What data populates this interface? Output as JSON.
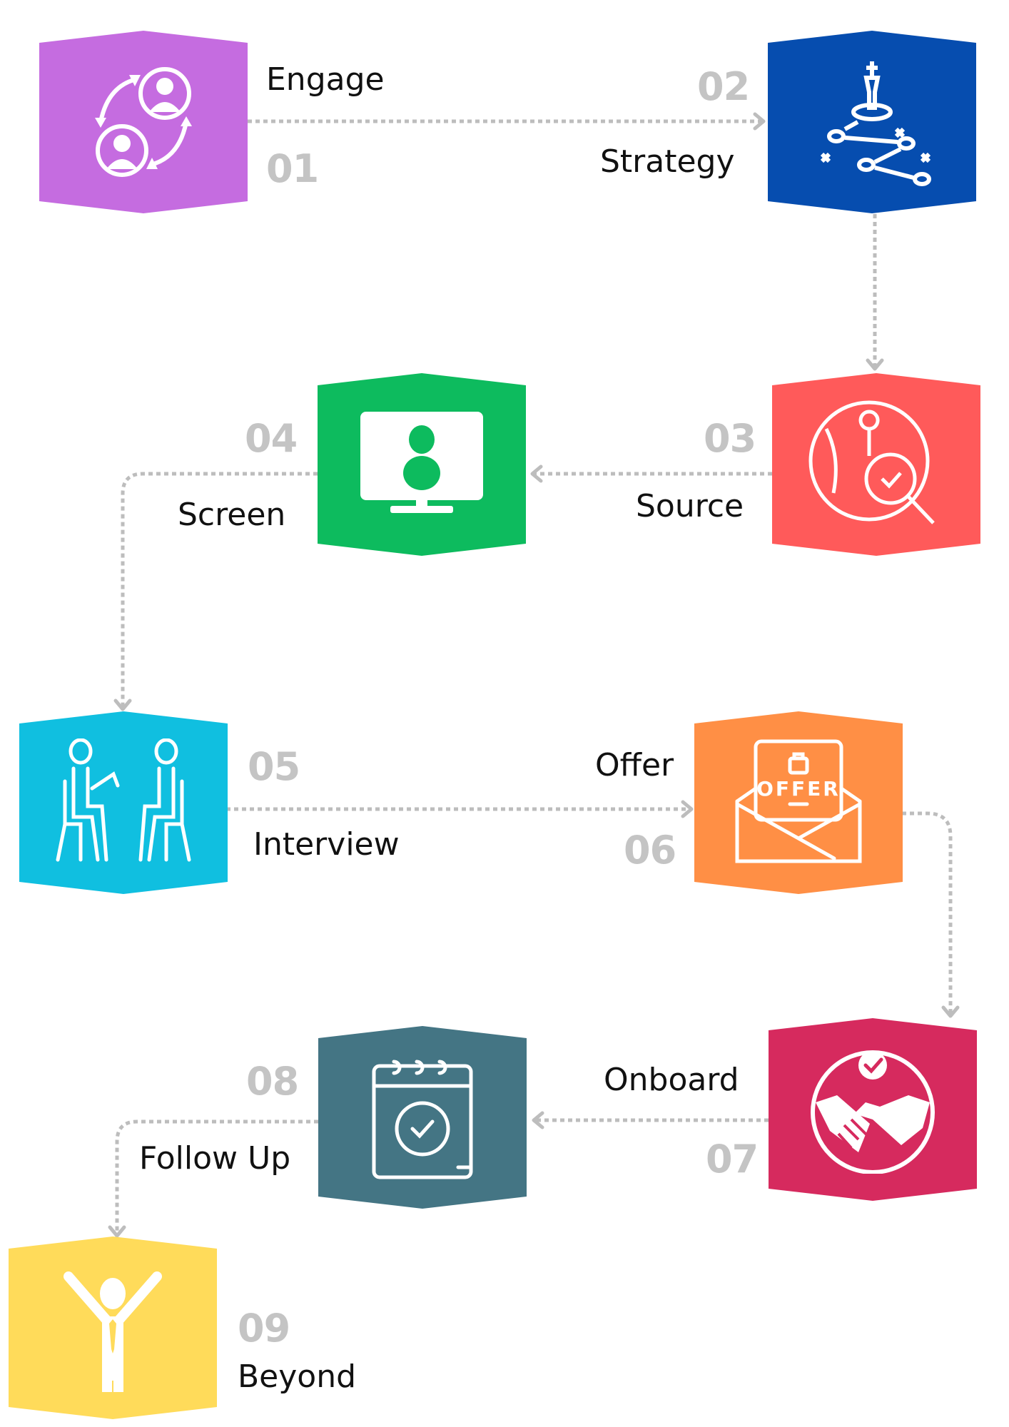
{
  "diagram": {
    "type": "process-flow",
    "steps": [
      {
        "number": "01",
        "label": "Engage",
        "icon": "people-exchange-icon",
        "color": "#C56CE0"
      },
      {
        "number": "02",
        "label": "Strategy",
        "icon": "chess-strategy-icon",
        "color": "#064DAF"
      },
      {
        "number": "03",
        "label": "Source",
        "icon": "globe-search-icon",
        "color": "#FF5A5A"
      },
      {
        "number": "04",
        "label": "Screen",
        "icon": "monitor-user-icon",
        "color": "#0DBB5E"
      },
      {
        "number": "05",
        "label": "Interview",
        "icon": "interview-icon",
        "color": "#10BFE0"
      },
      {
        "number": "06",
        "label": "Offer",
        "icon": "offer-letter-icon",
        "color": "#FF8F45"
      },
      {
        "number": "07",
        "label": "Onboard",
        "icon": "handshake-icon",
        "color": "#D62A5E"
      },
      {
        "number": "08",
        "label": "Follow Up",
        "icon": "calendar-check-icon",
        "color": "#447584"
      },
      {
        "number": "09",
        "label": "Beyond",
        "icon": "celebrating-person-icon",
        "color": "#FFDB5A"
      }
    ],
    "connector_color": "#BDBDBD",
    "number_color": "#C4C4C4"
  }
}
